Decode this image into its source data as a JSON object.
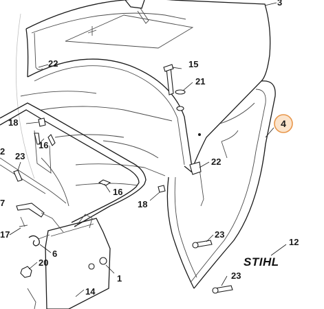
{
  "callouts": {
    "c1": "1",
    "c2a": "2",
    "c3": "3",
    "c4": "4",
    "c6": "6",
    "c7": "7",
    "c12": "12",
    "c14": "14",
    "c15": "15",
    "c16a": "16",
    "c16b": "16",
    "c17": "17",
    "c18a": "18",
    "c18b": "18",
    "c20": "20",
    "c21": "21",
    "c22a": "22",
    "c22b": "22",
    "c23a": "23",
    "c23b": "23",
    "c23c": "23"
  },
  "highlight": {
    "callout": "4",
    "color": "#e8964a",
    "fill": "#fbe4cc"
  },
  "brand": {
    "text": "STIHL"
  }
}
